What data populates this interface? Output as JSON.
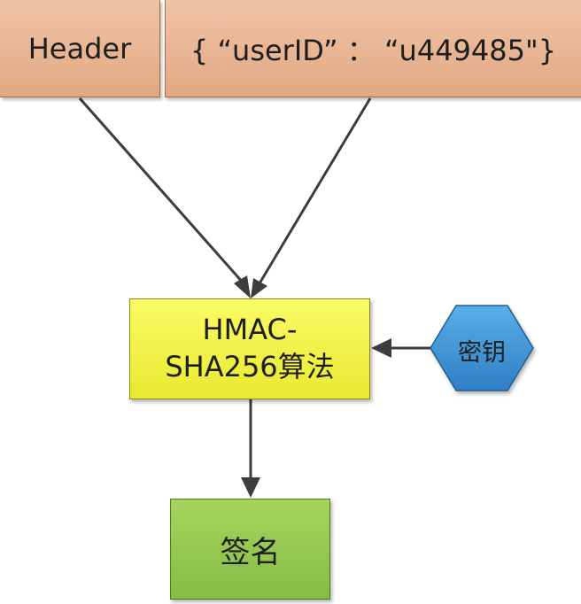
{
  "nodes": {
    "header": {
      "label": "Header"
    },
    "payload": {
      "label": "{ “userID” ： “u449485\"}"
    },
    "algorithm": {
      "line1": "HMAC-",
      "line2": "SHA256算法"
    },
    "key": {
      "label": "密钥"
    },
    "signature": {
      "label": "签名"
    }
  },
  "colors": {
    "header_fill": "#e8b590",
    "algorithm_fill": "#f2f23f",
    "key_fill": "#3b8fd6",
    "signature_fill": "#8fc750",
    "arrow": "#3d3d3d"
  },
  "edges": [
    {
      "from": "header",
      "to": "algorithm"
    },
    {
      "from": "payload",
      "to": "algorithm"
    },
    {
      "from": "key",
      "to": "algorithm"
    },
    {
      "from": "algorithm",
      "to": "signature"
    }
  ]
}
